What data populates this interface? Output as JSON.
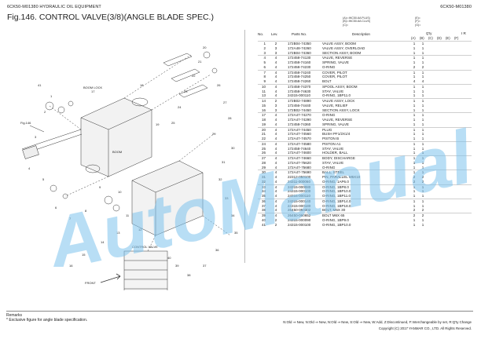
{
  "header": {
    "code_left": "6CK50-M01380   HYDRAULIC OIL EQUIPMENT",
    "code_right": "6CK50-M01380",
    "figure_title": "Fig.146.  CONTROL VALVE(3/8)(ANGLE BLADE SPEC.)"
  },
  "models": {
    "lines": [
      "(A)=:WC50-6A PLUS)",
      "(B)=:WC50-6A CLUS)",
      "(C)="
    ],
    "right": [
      "(E)=",
      "(F)=",
      "(G)="
    ]
  },
  "table": {
    "headers": {
      "no": "No.",
      "lev": "Lev.",
      "part": "Parts No.",
      "desc": "Description",
      "qty": "Q'ty",
      "ir": "I R"
    },
    "qty_cols": [
      "(A)",
      "(B)",
      "(C)",
      "(D)",
      "(E)",
      "(F)"
    ],
    "rows": [
      {
        "no": "1",
        "lev": "2",
        "part": "172B04-74350",
        "desc": "VALVE ASSY, BOOM",
        "a": "1",
        "b": "1"
      },
      {
        "no": "2",
        "lev": "3",
        "part": "172A48-74260",
        "desc": "VALVE ASSY, OVERLOAD",
        "a": "1",
        "b": "1"
      },
      {
        "no": "3",
        "lev": "3",
        "part": "172B04-74360",
        "desc": "SECTION ASSY, BOOM",
        "a": "1",
        "b": "1"
      },
      {
        "no": "4",
        "lev": "4",
        "part": "172458-74130",
        "desc": "VALVE, REVERSE",
        "a": "1",
        "b": "1"
      },
      {
        "no": "5",
        "lev": "4",
        "part": "172458-74160",
        "desc": "SPRING, VALVE",
        "a": "1",
        "b": "1"
      },
      {
        "no": "6",
        "lev": "4",
        "part": "172458-74230",
        "desc": "O-RING",
        "a": "2",
        "b": "2"
      },
      {
        "no": "7",
        "lev": "4",
        "part": "172458-74240",
        "desc": "COVER, PILOT",
        "a": "1",
        "b": "1"
      },
      {
        "no": "8",
        "lev": "4",
        "part": "172458-74250",
        "desc": "COVER, PILOT",
        "a": "1",
        "b": "1"
      },
      {
        "no": "9",
        "lev": "4",
        "part": "172458-74260",
        "desc": "BOLT",
        "a": "4",
        "b": "4"
      },
      {
        "no": "10",
        "lev": "4",
        "part": "172458-74370",
        "desc": "SPOOL ASSY, BOOM",
        "a": "1",
        "b": "1"
      },
      {
        "no": "11",
        "lev": "4",
        "part": "172458-74630",
        "desc": "STAY, VALVE",
        "a": "1",
        "b": "1"
      },
      {
        "no": "13",
        "lev": "4",
        "part": "24315-000110",
        "desc": "O-RING, 1BP11.0",
        "a": "1",
        "b": "1"
      },
      {
        "no": "14",
        "lev": "2",
        "part": "172B02-74890",
        "desc": "VALVE ASSY, LOCK",
        "a": "1",
        "b": "1"
      },
      {
        "no": "15",
        "lev": "3",
        "part": "172456-74440",
        "desc": "VALVE, RELIEF",
        "a": "1",
        "b": "1"
      },
      {
        "no": "16",
        "lev": "3",
        "part": "172B02-74450",
        "desc": "SECTION ASSY, LOCK",
        "a": "1",
        "b": "1"
      },
      {
        "no": "17",
        "lev": "4",
        "part": "172A47-74270",
        "desc": "O-RING",
        "a": "1",
        "b": "1"
      },
      {
        "no": "18",
        "lev": "4",
        "part": "172A47-74290",
        "desc": "VALVE, REVERSE",
        "a": "1",
        "b": "1"
      },
      {
        "no": "19",
        "lev": "4",
        "part": "172458-74360",
        "desc": "SPRING, VALVE",
        "a": "1",
        "b": "1"
      },
      {
        "no": "20",
        "lev": "4",
        "part": "172A47-74450",
        "desc": "PLUG",
        "a": "1",
        "b": "1"
      },
      {
        "no": "21",
        "lev": "4",
        "part": "172A47-74560",
        "desc": "BUSH PF1/2X1/4",
        "a": "1",
        "b": "1"
      },
      {
        "no": "22",
        "lev": "4",
        "part": "172A47-74570",
        "desc": "PISTON B",
        "a": "1",
        "b": "1"
      },
      {
        "no": "24",
        "lev": "4",
        "part": "172A47-74580",
        "desc": "PISTON A1",
        "a": "1",
        "b": "1"
      },
      {
        "no": "25",
        "lev": "4",
        "part": "172458-74640",
        "desc": "STAY, VALVE",
        "a": "1",
        "b": "1"
      },
      {
        "no": "26",
        "lev": "4",
        "part": "172A47-74600",
        "desc": "HOLDER, BALL",
        "a": "1",
        "b": "1"
      },
      {
        "no": "27",
        "lev": "4",
        "part": "172A47-74660",
        "desc": "BODY, DISCHARGE",
        "a": "1",
        "b": "1"
      },
      {
        "no": "28",
        "lev": "4",
        "part": "172A47-75620",
        "desc": "STAY, VALVE",
        "a": "1",
        "b": "1"
      },
      {
        "no": "29",
        "lev": "4",
        "part": "172A47-75680",
        "desc": "O-RING",
        "a": "1",
        "b": "1"
      },
      {
        "no": "30",
        "lev": "4",
        "part": "172A47-75690",
        "desc": "BALL, STEEL",
        "a": "1",
        "b": "1"
      },
      {
        "no": "31",
        "lev": "4",
        "part": "22312-050100",
        "desc": "PIN, PARALLEL M5X10",
        "a": "2",
        "b": "2"
      },
      {
        "no": "32",
        "lev": "4",
        "part": "24311-000060",
        "desc": "O-RING, 1AP6.0",
        "a": "2",
        "b": "2"
      },
      {
        "no": "33",
        "lev": "4",
        "part": "24315-000080",
        "desc": "O-RING, 1BP8.0",
        "a": "1",
        "b": "1"
      },
      {
        "no": "34",
        "lev": "4",
        "part": "24315-000100",
        "desc": "O-RING, 1BP10.0",
        "a": "1",
        "b": "1"
      },
      {
        "no": "35",
        "lev": "4",
        "part": "24315-000110",
        "desc": "O-RING, 1BP11.0",
        "a": "1",
        "b": "1"
      },
      {
        "no": "36",
        "lev": "4",
        "part": "24315-000140",
        "desc": "O-RING, 1BP14.0",
        "a": "1",
        "b": "1"
      },
      {
        "no": "37",
        "lev": "4",
        "part": "24315-000180",
        "desc": "O-RING, 1BP18.0",
        "a": "1",
        "b": "1"
      },
      {
        "no": "38",
        "lev": "4",
        "part": "26450-050302",
        "desc": "BOLT, M5X 30",
        "a": "2",
        "b": "2"
      },
      {
        "no": "39",
        "lev": "4",
        "part": "26450-060652",
        "desc": "BOLT M6X 65",
        "a": "2",
        "b": "2"
      },
      {
        "no": "40",
        "lev": "2",
        "part": "24315-000090",
        "desc": "O-RING, 1BP9.0",
        "a": "1",
        "b": "1"
      },
      {
        "no": "41",
        "lev": "2",
        "part": "24315-000100",
        "desc": "O-RING, 1BP10.0",
        "a": "1",
        "b": "1"
      }
    ]
  },
  "diagram": {
    "labels": {
      "boom_lock": "BOOM LOCK",
      "boom": "BOOM",
      "control_valve": "CONTROL VALVE",
      "front": "FRONT",
      "fig_ref": "Fig.146"
    },
    "callouts": [
      "20",
      "21",
      "22",
      "23",
      "24",
      "25",
      "26",
      "27",
      "28",
      "29",
      "30",
      "31",
      "32",
      "33",
      "34",
      "35",
      "36",
      "37",
      "38",
      "39",
      "40",
      "41",
      "1",
      "2",
      "3",
      "4",
      "5",
      "6",
      "7",
      "8",
      "9",
      "10",
      "11",
      "12",
      "13",
      "14",
      "15",
      "16",
      "17",
      "18",
      "19"
    ]
  },
  "footer": {
    "remarks_title": "Remarks",
    "remarks_text": "* Exclusive figure for angle blade specification.",
    "legend": "N:Old ⇒ New, N:Old ⇒ New, N:Old ⇒ New, S:Old ⇒ New, W:Add, Z:Discontinued, F:Interchangeable by set, R:Q'ty Change",
    "copyright": "Copyright (C) 2017 YANMAR CO., LTD. All Rights Reserved."
  },
  "watermark": {
    "text": "AutoManual",
    "color": "#7ec3ec"
  }
}
